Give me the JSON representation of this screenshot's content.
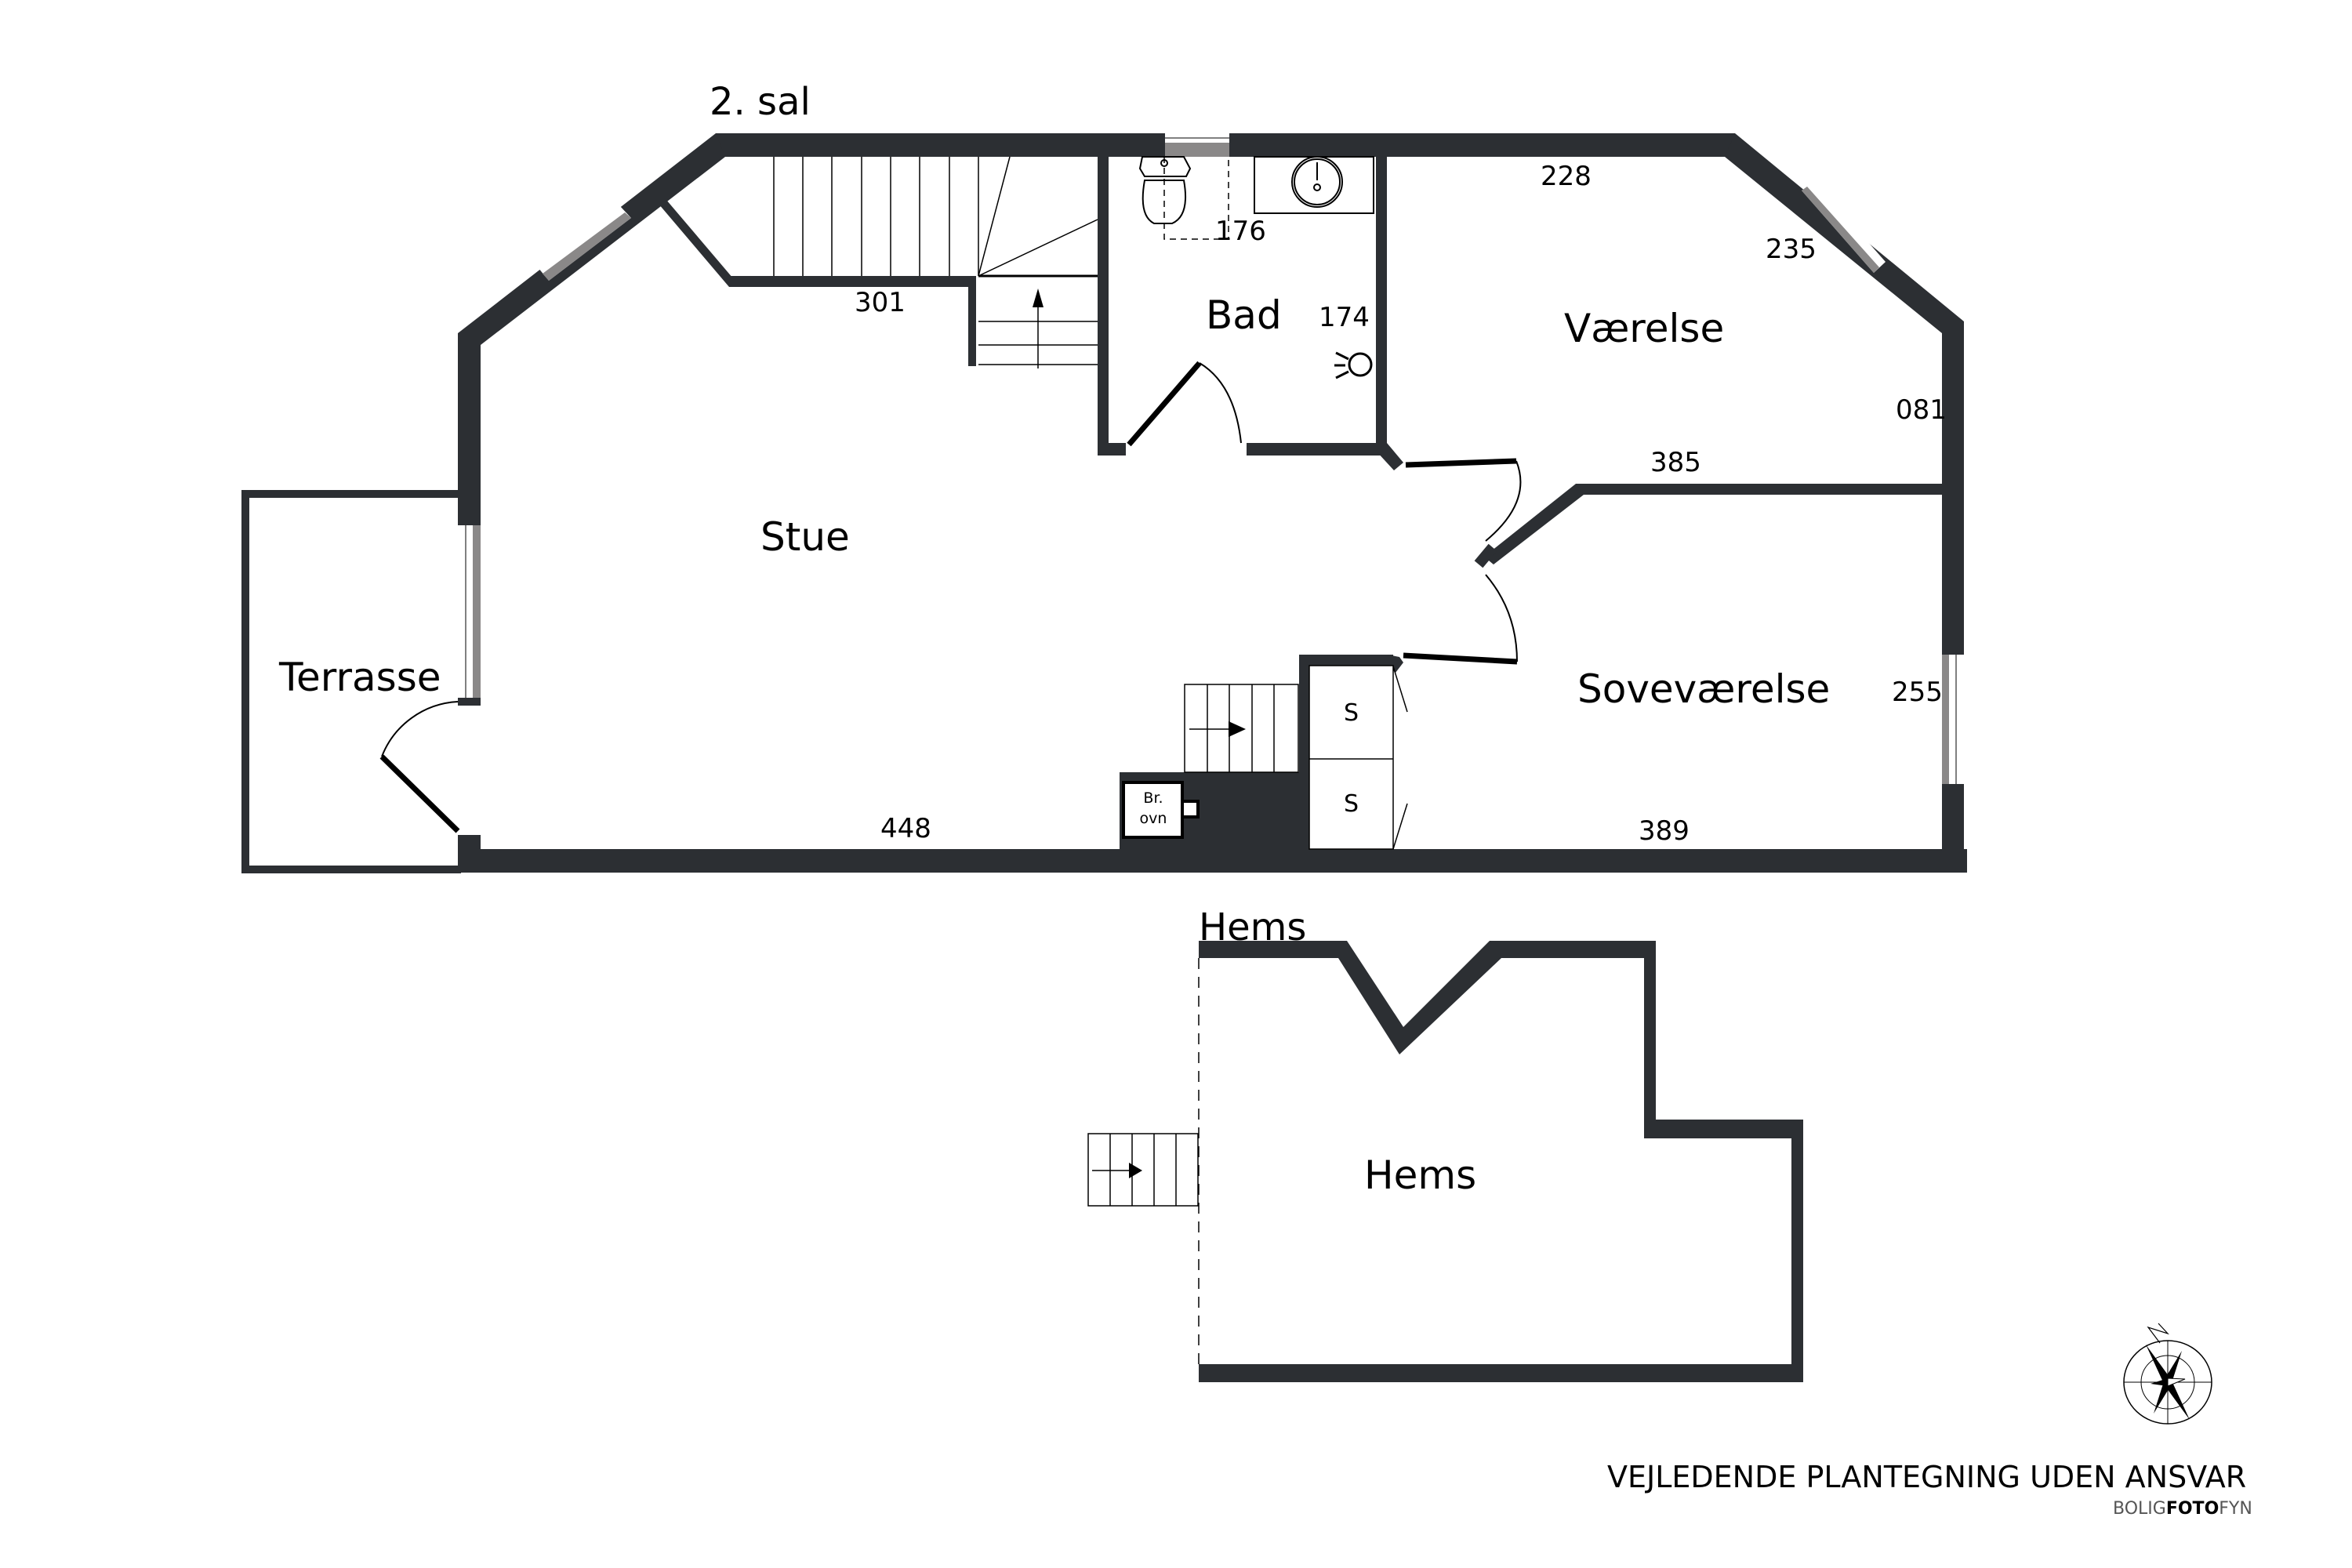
{
  "floors": {
    "main": {
      "title": "2. sal"
    },
    "loft": {
      "title": "Hems"
    }
  },
  "rooms": {
    "stue": "Stue",
    "bad": "Bad",
    "vaerelse": "Værelse",
    "sovevaerelse": "Soveværelse",
    "terrasse": "Terrasse",
    "hems": "Hems"
  },
  "dimensions": {
    "stairs_bottom": "301",
    "bad_top": "176",
    "bad_side": "174",
    "vaerelse_top": "228",
    "vaerelse_diag": "235",
    "vaerelse_side": "081",
    "vaerelse_bottom": "385",
    "stue_bottom": "448",
    "sove_side": "255",
    "sove_bottom": "389"
  },
  "fixtures": {
    "closet_1": "S",
    "closet_2": "S",
    "stove_line1": "Br.",
    "stove_line2": "ovn"
  },
  "footer": {
    "disclaimer": "VEJLEDENDE PLANTEGNING UDEN ANSVAR",
    "brand_part1": "BOLIG",
    "brand_part2": "FOTO",
    "brand_part3": "FYN"
  },
  "colors": {
    "wall": "#2c2f33",
    "window": "#8a8888",
    "background": "#ffffff"
  }
}
